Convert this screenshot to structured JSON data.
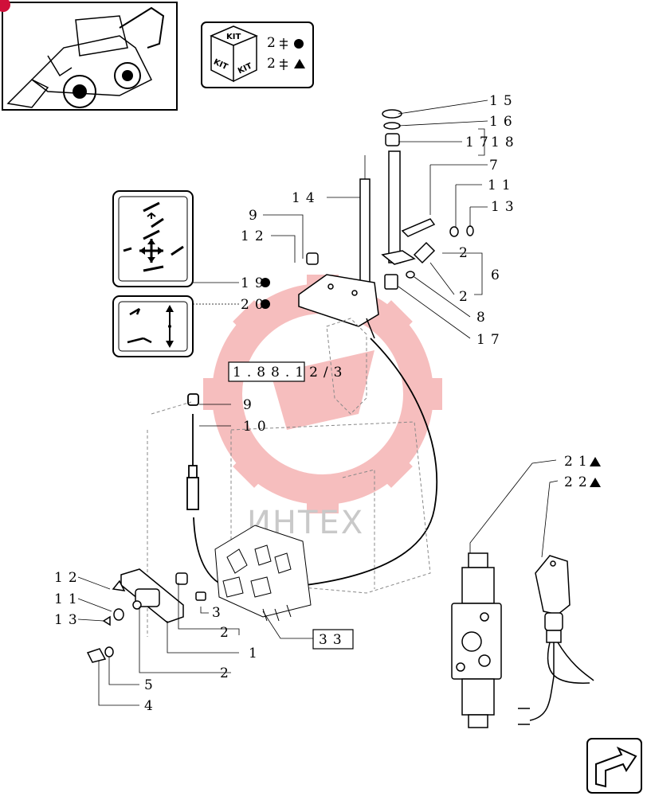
{
  "watermark": "ИНТЕХ",
  "kit_box": {
    "tags": [
      "KIT",
      "KIT",
      "KIT"
    ],
    "line1": "2 ",
    "line2": "2 "
  },
  "ref_boxes": {
    "main": "1.88.12/3",
    "lower": "33"
  },
  "callouts": {
    "c15": "15",
    "c16": "16",
    "c17a": "17",
    "c18": "18",
    "c7": "7",
    "c11a": "11",
    "c13a": "13",
    "c14": "14",
    "c9a": "9",
    "c12a": "12",
    "c2a": "2",
    "c6": "6",
    "c2b": "2",
    "c19": "19",
    "c20": "20",
    "c8": "8",
    "c17b": "17",
    "c9b": "9",
    "c10": "10",
    "c21": "21",
    "c22": "22",
    "c12b": "12",
    "c11b": "11",
    "c13b": "13",
    "c3": "3",
    "c2c": "2",
    "c1": "1",
    "c2d": "2",
    "c5": "5",
    "c4": "4"
  }
}
